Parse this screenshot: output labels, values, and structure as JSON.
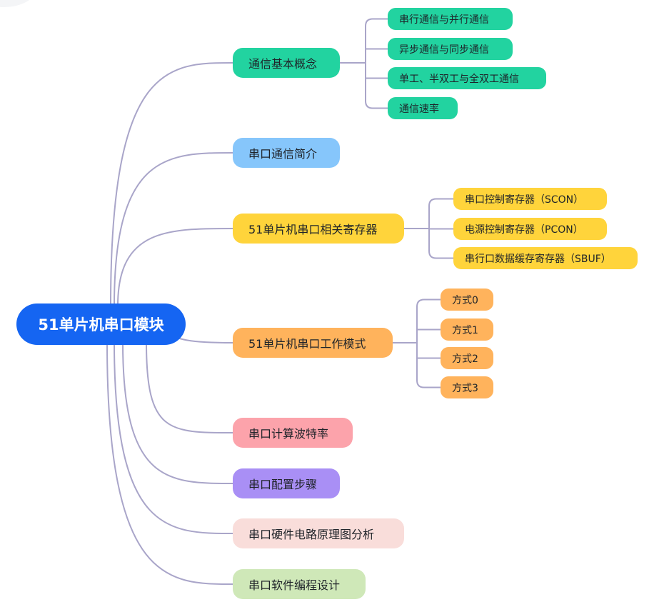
{
  "colors": {
    "root": "#1565f2",
    "link": "#a9a5c9",
    "teal": "#22d3a0",
    "blue": "#86c6fb",
    "yellow": "#ffd43b",
    "orange": "#ffb35c",
    "pink": "#fca3ab",
    "purple": "#a98ff5",
    "blush": "#f9ddda",
    "green": "#cfe8b8"
  },
  "mindmap": {
    "root": "51单片机串口模块",
    "branches": [
      {
        "label": "通信基本概念",
        "children": [
          "串行通信与并行通信",
          "异步通信与同步通信",
          "单工、半双工与全双工通信",
          "通信速率"
        ]
      },
      {
        "label": "串口通信简介",
        "children": []
      },
      {
        "label": "51单片机串口相关寄存器",
        "children": [
          "串口控制寄存器（SCON）",
          "电源控制寄存器（PCON）",
          "串行口数据缓存寄存器（SBUF）"
        ]
      },
      {
        "label": "51单片机串口工作模式",
        "children": [
          "方式0",
          "方式1",
          "方式2",
          "方式3"
        ]
      },
      {
        "label": "串口计算波特率",
        "children": []
      },
      {
        "label": "串口配置步骤",
        "children": []
      },
      {
        "label": "串口硬件电路原理图分析",
        "children": []
      },
      {
        "label": "串口软件编程设计",
        "children": []
      }
    ]
  }
}
